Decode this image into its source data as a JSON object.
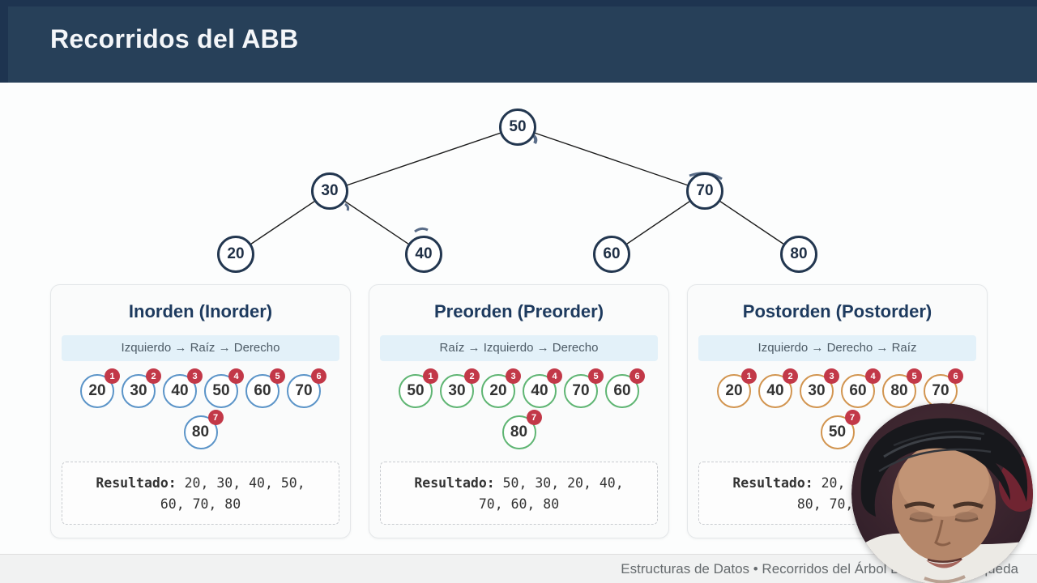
{
  "header": {
    "title": "Recorridos del ABB"
  },
  "tree": {
    "nodes": [
      "50",
      "30",
      "70",
      "20",
      "40",
      "60",
      "80"
    ],
    "edges": [
      [
        "50",
        "30"
      ],
      [
        "50",
        "70"
      ],
      [
        "30",
        "20"
      ],
      [
        "30",
        "40"
      ],
      [
        "70",
        "60"
      ],
      [
        "70",
        "80"
      ]
    ]
  },
  "panels": [
    {
      "title": "Inorden (Inorder)",
      "formula": "Izquierdo → Raíz → Derecho",
      "items": [
        {
          "value": "20",
          "order": "1"
        },
        {
          "value": "30",
          "order": "2"
        },
        {
          "value": "40",
          "order": "3"
        },
        {
          "value": "50",
          "order": "4"
        },
        {
          "value": "60",
          "order": "5"
        },
        {
          "value": "70",
          "order": "6"
        }
      ],
      "last": {
        "value": "80",
        "order": "7"
      },
      "result": {
        "label": "Resultado:",
        "line1": "20, 30, 40, 50,",
        "line2": "60, 70, 80"
      }
    },
    {
      "title": "Preorden (Preorder)",
      "formula": "Raíz → Izquierdo → Derecho",
      "items": [
        {
          "value": "50",
          "order": "1"
        },
        {
          "value": "30",
          "order": "2"
        },
        {
          "value": "20",
          "order": "3"
        },
        {
          "value": "40",
          "order": "4"
        },
        {
          "value": "70",
          "order": "5"
        },
        {
          "value": "60",
          "order": "6"
        }
      ],
      "last": {
        "value": "80",
        "order": "7"
      },
      "result": {
        "label": "Resultado:",
        "line1": "50, 30, 20, 40,",
        "line2": "70, 60, 80"
      }
    },
    {
      "title": "Postorden (Postorder)",
      "formula": "Izquierdo → Derecho → Raíz",
      "items": [
        {
          "value": "20",
          "order": "1"
        },
        {
          "value": "40",
          "order": "2"
        },
        {
          "value": "30",
          "order": "3"
        },
        {
          "value": "60",
          "order": "4"
        },
        {
          "value": "80",
          "order": "5"
        },
        {
          "value": "70",
          "order": "6"
        }
      ],
      "last": {
        "value": "50",
        "order": "7"
      },
      "result": {
        "label": "Resultado:",
        "line1": "20, 40, 30, 60,",
        "line2": "80, 70, 50"
      }
    }
  ],
  "footer": {
    "text": "Estructuras de Datos • Recorridos del Árbol Binario de Búsqueda"
  },
  "colors": {
    "header_bg": "#274059",
    "node_border": "#233750",
    "accent_inorder": "#5b94c8",
    "accent_preorder": "#5fb573",
    "accent_postorder": "#d29550",
    "order_badge": "#c23848",
    "formula_bg": "#e3f1f9",
    "footer_bg": "#f1f2f2"
  }
}
